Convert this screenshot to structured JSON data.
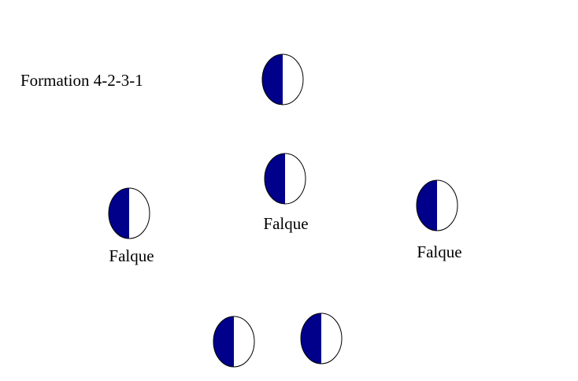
{
  "title": "Formation 4-2-3-1",
  "colors": {
    "fill": "#00008b",
    "outline": "#000000",
    "background": "#ffffff"
  },
  "players": [
    {
      "id": "top",
      "label": ""
    },
    {
      "id": "center",
      "label": "Falque"
    },
    {
      "id": "left",
      "label": "Falque"
    },
    {
      "id": "right",
      "label": "Falque"
    },
    {
      "id": "bottom-left",
      "label": ""
    },
    {
      "id": "bottom-right",
      "label": ""
    }
  ]
}
